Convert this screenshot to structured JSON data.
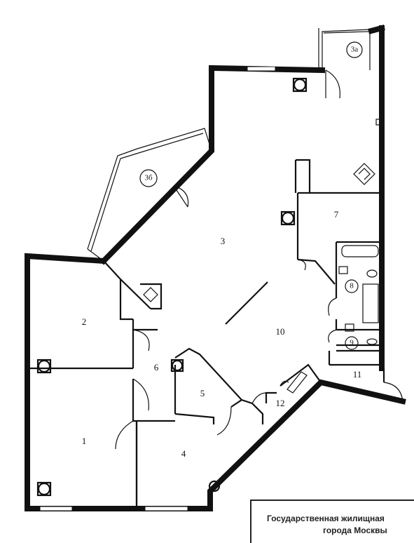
{
  "rooms": [
    {
      "id": "r1",
      "label": "1"
    },
    {
      "id": "r2",
      "label": "2"
    },
    {
      "id": "r3",
      "label": "3"
    },
    {
      "id": "r3a",
      "label": "3а"
    },
    {
      "id": "r3b",
      "label": "3б"
    },
    {
      "id": "r4",
      "label": "4"
    },
    {
      "id": "r5",
      "label": "5"
    },
    {
      "id": "r6",
      "label": "6"
    },
    {
      "id": "r7",
      "label": "7"
    },
    {
      "id": "r8",
      "label": "8"
    },
    {
      "id": "r9",
      "label": "9"
    },
    {
      "id": "r10",
      "label": "10"
    },
    {
      "id": "r11",
      "label": "11"
    },
    {
      "id": "r12",
      "label": "12"
    }
  ],
  "stamp": {
    "line1": "Государственная жилищная",
    "line2": "города Москвы"
  }
}
